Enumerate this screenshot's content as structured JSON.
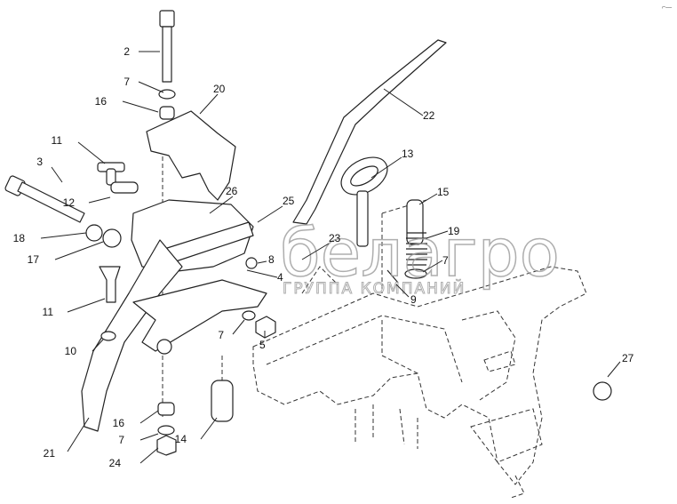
{
  "diagram": {
    "type": "exploded-parts-diagram",
    "callouts": [
      "2",
      "7",
      "16",
      "20",
      "11",
      "3",
      "12",
      "26",
      "25",
      "18",
      "17",
      "23",
      "8",
      "4",
      "11",
      "7",
      "5",
      "10",
      "13",
      "15",
      "19",
      "7",
      "9",
      "22",
      "27",
      "21",
      "16",
      "7",
      "24",
      "14"
    ]
  },
  "watermark": {
    "brand": "белагро",
    "subtitle": "ГРУППА КОМПАНИЙ"
  },
  "corner_mark": "⌐—"
}
